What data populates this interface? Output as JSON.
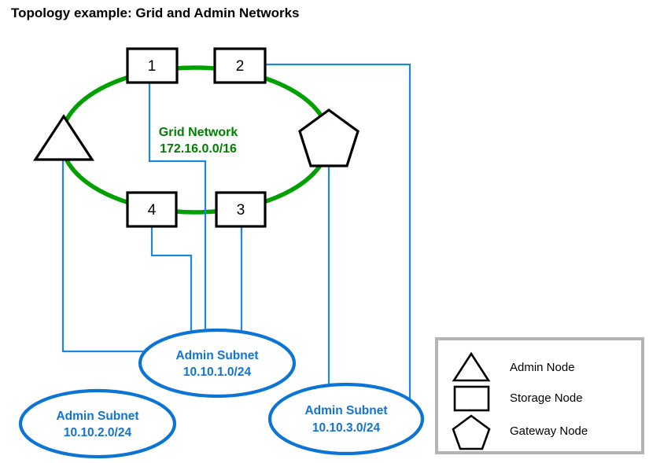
{
  "title": "Topology example: Grid and Admin Networks",
  "colors": {
    "grid_green": "#00A000",
    "grid_text_green": "#008000",
    "admin_blue": "#1c86e0",
    "subnet_blue": "#0b74d4",
    "subnet_text_blue": "#1273d4",
    "shape_black": "#000000",
    "legend_border_gray": "#b3b3b8",
    "background": "#ffffff"
  },
  "grid_network": {
    "name": "Grid Network",
    "cidr": "172.16.0.0/16"
  },
  "nodes": [
    {
      "id": "node-1",
      "label": "1",
      "type": "storage",
      "shape": "rectangle"
    },
    {
      "id": "node-2",
      "label": "2",
      "type": "storage",
      "shape": "rectangle"
    },
    {
      "id": "node-3",
      "label": "3",
      "type": "storage",
      "shape": "rectangle"
    },
    {
      "id": "node-4",
      "label": "4",
      "type": "storage",
      "shape": "rectangle"
    },
    {
      "id": "node-admin",
      "label": "",
      "type": "admin",
      "shape": "triangle"
    },
    {
      "id": "node-gateway",
      "label": "",
      "type": "gateway",
      "shape": "pentagon"
    }
  ],
  "subnets": [
    {
      "id": "admin-subnet-1",
      "name": "Admin Subnet",
      "cidr": "10.10.1.0/24"
    },
    {
      "id": "admin-subnet-2",
      "name": "Admin Subnet",
      "cidr": "10.10.2.0/24"
    },
    {
      "id": "admin-subnet-3",
      "name": "Admin Subnet",
      "cidr": "10.10.3.0/24"
    }
  ],
  "legend": {
    "items": [
      {
        "shape": "triangle",
        "label": "Admin Node"
      },
      {
        "shape": "rectangle",
        "label": "Storage Node"
      },
      {
        "shape": "pentagon",
        "label": "Gateway Node"
      }
    ]
  }
}
